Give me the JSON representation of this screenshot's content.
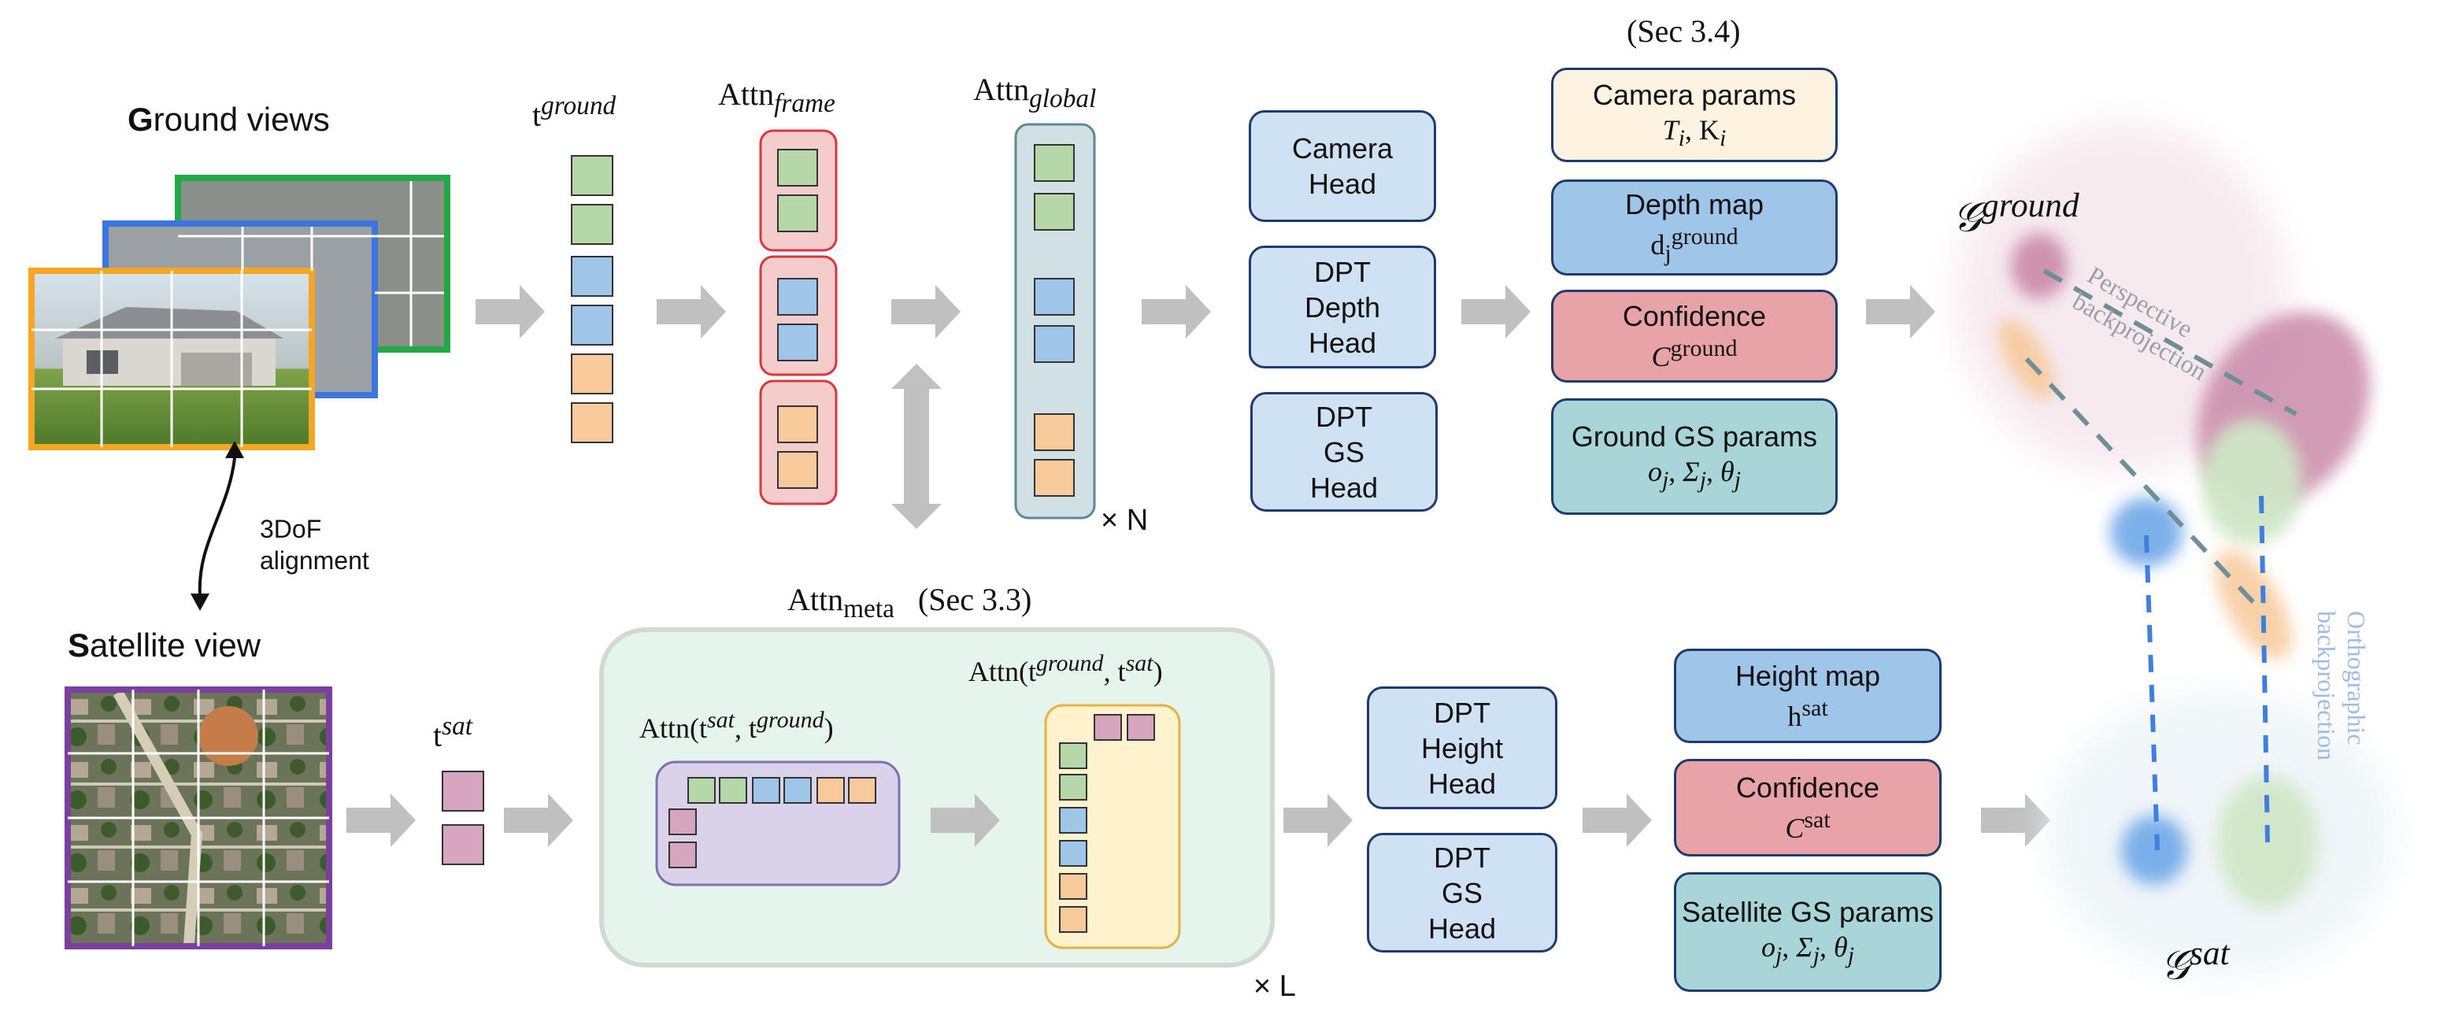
{
  "ground_views": {
    "bold": "G",
    "rest": "round views"
  },
  "satellite_view": {
    "bold": "S",
    "rest": "atellite view"
  },
  "alignment": {
    "line1": "3DoF",
    "line2": "alignment"
  },
  "tokens": {
    "t_ground": {
      "base": "t",
      "sup": "ground"
    },
    "t_sat": {
      "base": "t",
      "sup": "sat"
    }
  },
  "attn_frame": {
    "base": "Attn",
    "sub": "frame"
  },
  "attn_global": {
    "base": "Attn",
    "sub": "global"
  },
  "repeat_n": "× N",
  "repeat_l": "× L",
  "attn_meta": {
    "base": "Attn",
    "sub": "meta",
    "sec": "(Sec 3.3)"
  },
  "attn_sat_ground": {
    "pre": "Attn(t",
    "sup1": "sat",
    "mid": ", t",
    "sup2": "ground",
    "post": ")"
  },
  "attn_ground_sat": {
    "pre": "Attn(t",
    "sup1": "ground",
    "mid": ", t",
    "sup2": "sat",
    "post": ")"
  },
  "sec34": "(Sec 3.4)",
  "heads_top": [
    {
      "lines": [
        "Camera",
        "Head"
      ]
    },
    {
      "lines": [
        "DPT",
        "Depth",
        "Head"
      ]
    },
    {
      "lines": [
        "DPT",
        "GS",
        "Head"
      ]
    }
  ],
  "heads_bottom": [
    {
      "lines": [
        "DPT",
        "Height",
        "Head"
      ]
    },
    {
      "lines": [
        "DPT",
        "GS",
        "Head"
      ]
    }
  ],
  "outputs_top": [
    {
      "label": "Camera params",
      "math": "T_i, K_i"
    },
    {
      "label": "Depth map",
      "math": "d_j^ground"
    },
    {
      "label": "Confidence",
      "math": "C^ground"
    },
    {
      "label": "Ground GS params",
      "math": "o_j, Σ_j, θ_j"
    }
  ],
  "outputs_bottom": [
    {
      "label": "Height map",
      "math": "h^sat"
    },
    {
      "label": "Confidence",
      "math": "C^sat"
    },
    {
      "label": "Satellite GS params",
      "math": "o_j, Σ_j, θ_j"
    }
  ],
  "g_ground": {
    "base": "𝒢",
    "sup": "ground"
  },
  "g_sat": {
    "base": "𝒢",
    "sup": "sat"
  },
  "persp": {
    "line1": "Perspective",
    "line2": "backprojection"
  },
  "ortho": {
    "line1": "Orthographic",
    "line2": "backprojection"
  },
  "colors": {
    "token_green": "#b6d7a8",
    "token_blue": "#9fc5e8",
    "token_orange": "#f9cb9c",
    "token_mauve": "#d5a6bd",
    "frame_border": "#d9363e",
    "frame_fill": "#f4cccc",
    "global_fill": "#d0e0e3",
    "global_border": "#5b8a94",
    "meta_fill": "#e6f4ee",
    "meta_border": "#d0d9d4",
    "purple_fill": "#d9d2e9",
    "yellow_fill": "#fff2cc",
    "arrow": "#c0c0c0"
  },
  "icons": [
    "house-photo",
    "satellite-photo",
    "double-arrow",
    "gaussian-splat"
  ]
}
